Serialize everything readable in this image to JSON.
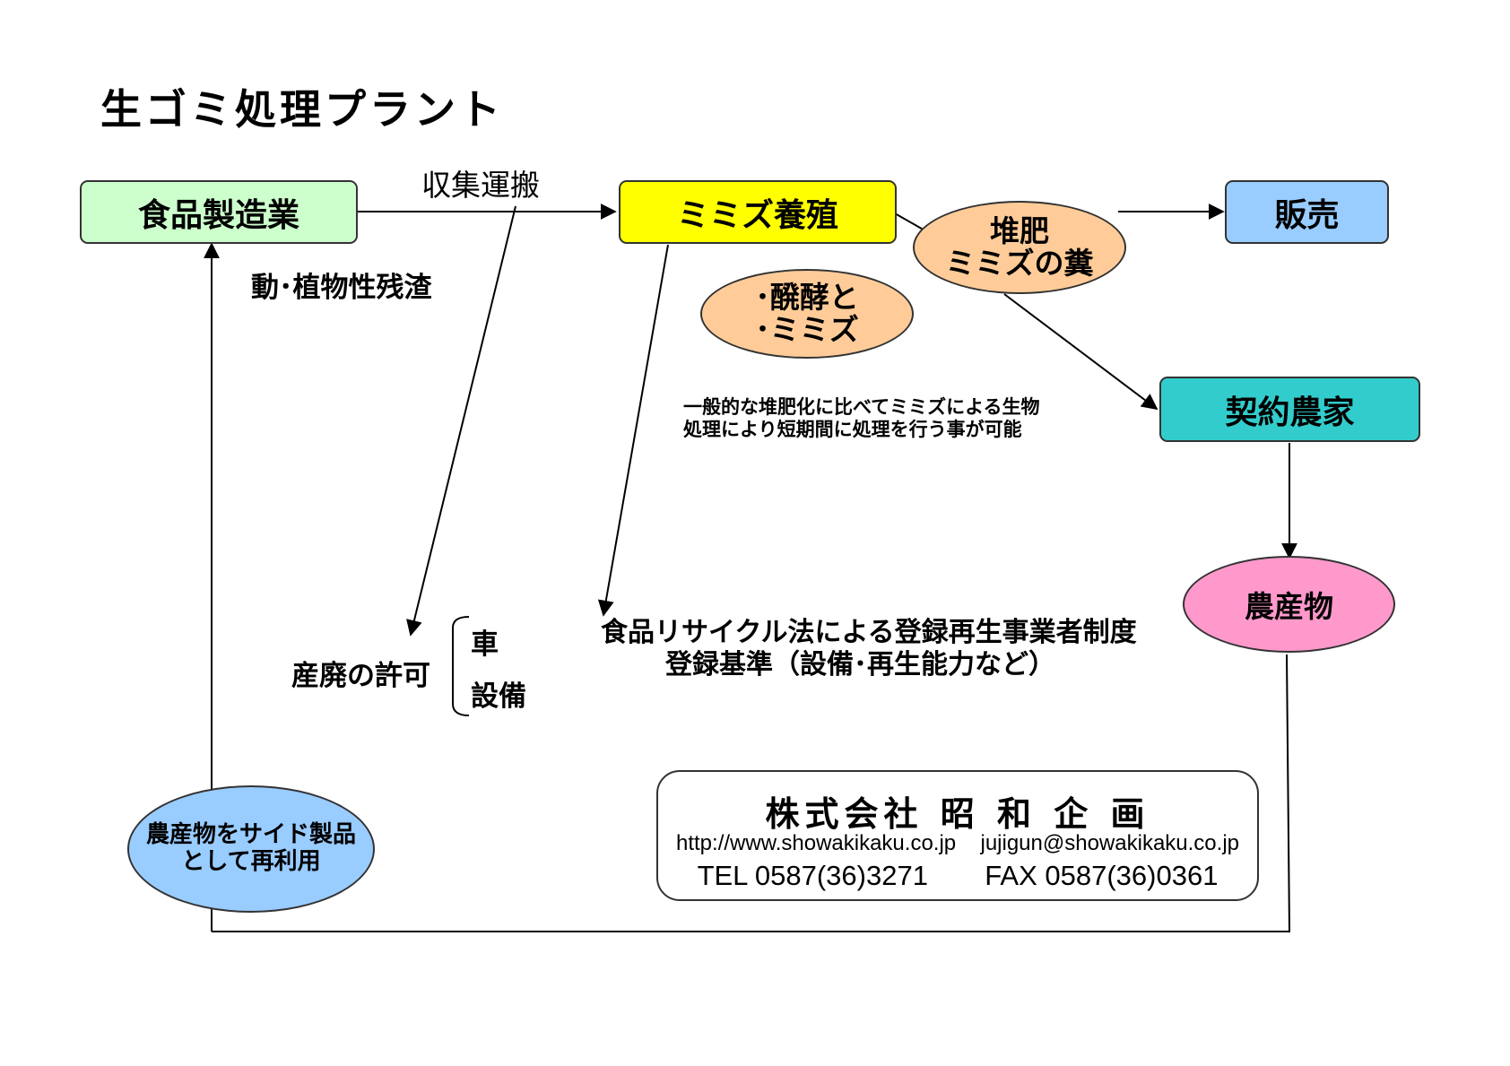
{
  "title": "生ゴミ処理プラント",
  "colors": {
    "food_industry": "#ccffcc",
    "worm_farming": "#ffff00",
    "sales": "#99ccff",
    "contract_farms": "#33cccc",
    "compost": "#ffcc99",
    "fermentation": "#ffcc99",
    "produce": "#ff99cc",
    "reuse": "#99ccff"
  },
  "nodes": {
    "food_industry": "食品製造業",
    "worm_farming": "ミミズ養殖",
    "sales": "販売",
    "contract_farms": "契約農家",
    "compost_line1": "堆肥",
    "compost_line2": "ミミズの糞",
    "fermentation_line1": "･醗酵と",
    "fermentation_line2": "･ミミズ",
    "produce": "農産物",
    "reuse_line1": "農産物をサイド製品",
    "reuse_line2": "として再利用"
  },
  "labels": {
    "collection": "収集運搬",
    "residue": "動･植物性残渣",
    "permit": "産廃の許可",
    "permit_item1": "車",
    "permit_item2": "設備",
    "note_line1": "一般的な堆肥化に比べてミミズによる生物",
    "note_line2": "処理により短期間に処理を行う事が可能",
    "recycle_line1": "食品リサイクル法による登録再生事業者制度",
    "recycle_line2": "登録基準（設備･再生能力など）"
  },
  "company": {
    "name": "株式会社 昭 和 企 画",
    "url": "http://www.showakikaku.co.jp",
    "email": "jujigun@showakikaku.co.jp",
    "tel": "TEL 0587(36)3271",
    "fax": "FAX 0587(36)0361"
  }
}
